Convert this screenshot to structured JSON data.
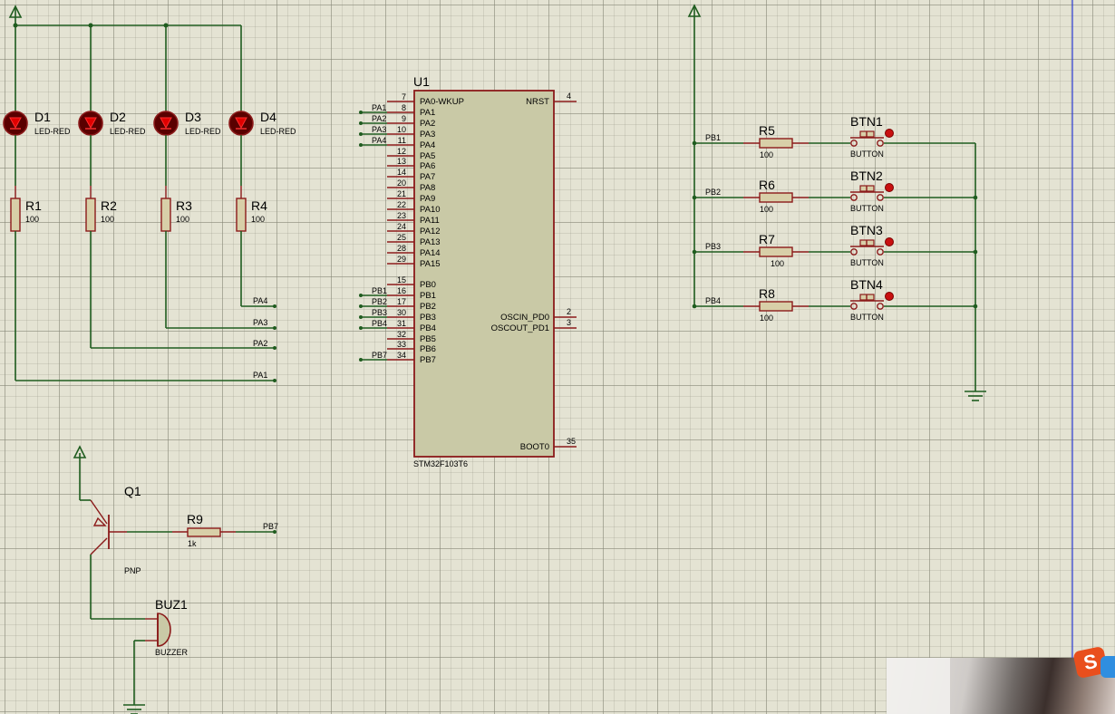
{
  "leds": [
    {
      "ref": "D1",
      "value": "LED-RED"
    },
    {
      "ref": "D2",
      "value": "LED-RED"
    },
    {
      "ref": "D3",
      "value": "LED-RED"
    },
    {
      "ref": "D4",
      "value": "LED-RED"
    }
  ],
  "led_resistors": [
    {
      "ref": "R1",
      "value": "100"
    },
    {
      "ref": "R2",
      "value": "100"
    },
    {
      "ref": "R3",
      "value": "100"
    },
    {
      "ref": "R4",
      "value": "100"
    }
  ],
  "led_nets": [
    "PA4",
    "PA3",
    "PA2",
    "PA1"
  ],
  "mcu": {
    "ref": "U1",
    "part": "STM32F103T6",
    "left_pins": [
      {
        "num": "7",
        "name": "PA0-WKUP",
        "net": ""
      },
      {
        "num": "8",
        "name": "PA1",
        "net": "PA1"
      },
      {
        "num": "9",
        "name": "PA2",
        "net": "PA2"
      },
      {
        "num": "10",
        "name": "PA3",
        "net": "PA3"
      },
      {
        "num": "11",
        "name": "PA4",
        "net": "PA4"
      },
      {
        "num": "12",
        "name": "PA5",
        "net": ""
      },
      {
        "num": "13",
        "name": "PA6",
        "net": ""
      },
      {
        "num": "14",
        "name": "PA7",
        "net": ""
      },
      {
        "num": "20",
        "name": "PA8",
        "net": ""
      },
      {
        "num": "21",
        "name": "PA9",
        "net": ""
      },
      {
        "num": "22",
        "name": "PA10",
        "net": ""
      },
      {
        "num": "23",
        "name": "PA11",
        "net": ""
      },
      {
        "num": "24",
        "name": "PA12",
        "net": ""
      },
      {
        "num": "25",
        "name": "PA13",
        "net": ""
      },
      {
        "num": "28",
        "name": "PA14",
        "net": ""
      },
      {
        "num": "29",
        "name": "PA15",
        "net": ""
      },
      {
        "num": "15",
        "name": "PB0",
        "net": ""
      },
      {
        "num": "16",
        "name": "PB1",
        "net": "PB1"
      },
      {
        "num": "17",
        "name": "PB2",
        "net": "PB2"
      },
      {
        "num": "30",
        "name": "PB3",
        "net": "PB3"
      },
      {
        "num": "31",
        "name": "PB4",
        "net": "PB4"
      },
      {
        "num": "32",
        "name": "PB5",
        "net": ""
      },
      {
        "num": "33",
        "name": "PB6",
        "net": ""
      },
      {
        "num": "34",
        "name": "PB7",
        "net": "PB7"
      }
    ],
    "right_pins": [
      {
        "num": "4",
        "name": "NRST"
      },
      {
        "num": "2",
        "name": "OSCIN_PD0"
      },
      {
        "num": "3",
        "name": "OSCOUT_PD1"
      },
      {
        "num": "35",
        "name": "BOOT0"
      }
    ]
  },
  "button_rows": [
    {
      "net": "PB1",
      "resistor": "R5",
      "rvalue": "100",
      "button": "BTN1",
      "bvalue": "BUTTON"
    },
    {
      "net": "PB2",
      "resistor": "R6",
      "rvalue": "100",
      "button": "BTN2",
      "bvalue": "BUTTON"
    },
    {
      "net": "PB3",
      "resistor": "R7",
      "rvalue": "100",
      "button": "BTN3",
      "bvalue": "BUTTON"
    },
    {
      "net": "PB4",
      "resistor": "R8",
      "rvalue": "100",
      "button": "BTN4",
      "bvalue": "BUTTON"
    }
  ],
  "buzzer_section": {
    "transistor_ref": "Q1",
    "transistor_value": "PNP",
    "resistor_ref": "R9",
    "resistor_value": "1k",
    "net": "PB7",
    "buzzer_ref": "BUZ1",
    "buzzer_value": "BUZZER"
  },
  "colors": {
    "wire": "#1f5c1f",
    "component": "#8b1a1a",
    "led": "#cc0000",
    "chip_fill": "#c9c9a6",
    "resistor_fill": "#d8cfa8",
    "background": "#e4e3d3"
  },
  "icons": {
    "power": "power-terminal-icon",
    "ground": "ground-terminal-icon",
    "ime": "sogou-ime-icon"
  }
}
